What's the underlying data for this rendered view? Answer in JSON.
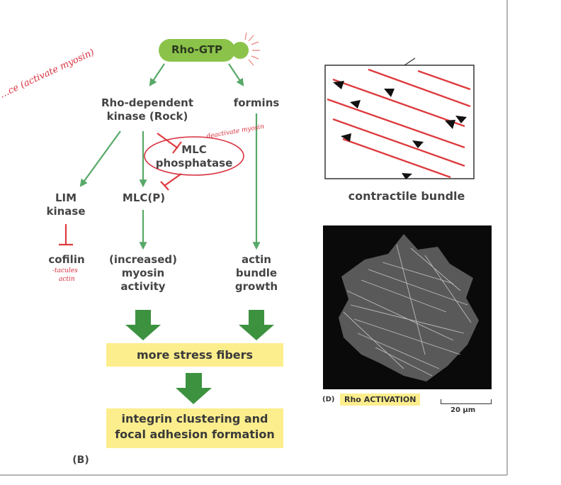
{
  "diagram": {
    "node_rho_gtp": "Rho-GTP",
    "node_rock": "Rho-dependent\nkinase (Rock)",
    "node_formins": "formins",
    "node_mlc_phosphatase": "MLC\nphosphatase",
    "node_lim_kinase": "LIM\nkinase",
    "node_mlcp": "MLC(P)",
    "node_cofilin": "cofilin",
    "node_myosin_activity": "(increased)\nmyosin\nactivity",
    "node_actin_growth": "actin\nbundle\ngrowth",
    "box_stress_fibers": "more stress fibers",
    "box_integrin": "integrin clustering and\nfocal adhesion formation",
    "panel_b_label": "(B)"
  },
  "contractile": {
    "caption": "contractile bundle"
  },
  "micrograph": {
    "panel_tag": "(D)",
    "activation_label": "Rho ACTIVATION",
    "scale_label": "20 μm"
  },
  "handwritten": {
    "note_left": "…ce (activate myosin)",
    "note_phosphatase": "deactivate myosin",
    "note_cofilin_1": "-tacules",
    "note_cofilin_2": "actin"
  },
  "colors": {
    "green_arrow": "#58a868",
    "big_arrow": "#3d9240",
    "inhibit_red": "#de3b3e",
    "rho_green": "#8bc34a",
    "highlight_yellow": "#fcee8c",
    "ink_red": "#d8313f"
  }
}
